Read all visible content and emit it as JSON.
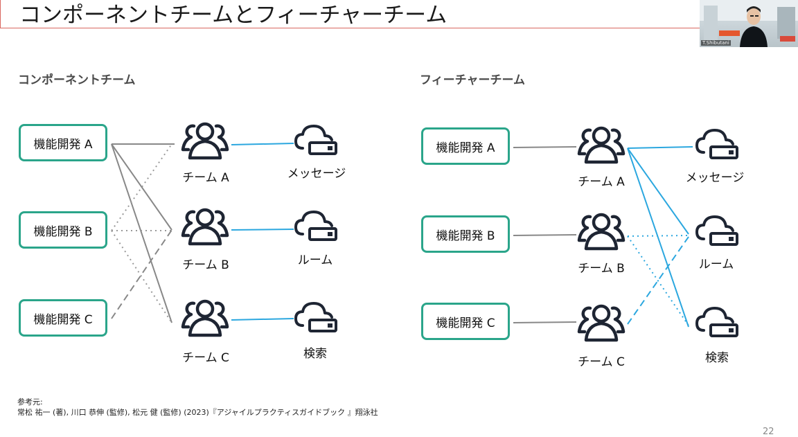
{
  "title": "コンポーネントチームとフィーチャーチーム",
  "speaker": {
    "name": "T.Shibutani"
  },
  "sections": {
    "component": {
      "label": "コンポーネントチーム"
    },
    "feature": {
      "label": "フィーチャーチーム"
    }
  },
  "features": [
    "機能開発 A",
    "機能開発 B",
    "機能開発 C"
  ],
  "teams": [
    "チーム A",
    "チーム B",
    "チーム C"
  ],
  "services": [
    "メッセージ",
    "ルーム",
    "検索"
  ],
  "reference": {
    "heading": "参考元:",
    "citation": "常松 祐一 (著), 川口 恭伸 (監修), 松元 健 (監修) (2023)『アジャイルプラクティスガイドブック 』翔泳社"
  },
  "page_number": "22",
  "colors": {
    "feature_border": "#2aa58a",
    "link_blue": "#2ba7df",
    "link_gray": "#888888",
    "title_rule": "#d9665e",
    "icon": "#1e2533"
  }
}
